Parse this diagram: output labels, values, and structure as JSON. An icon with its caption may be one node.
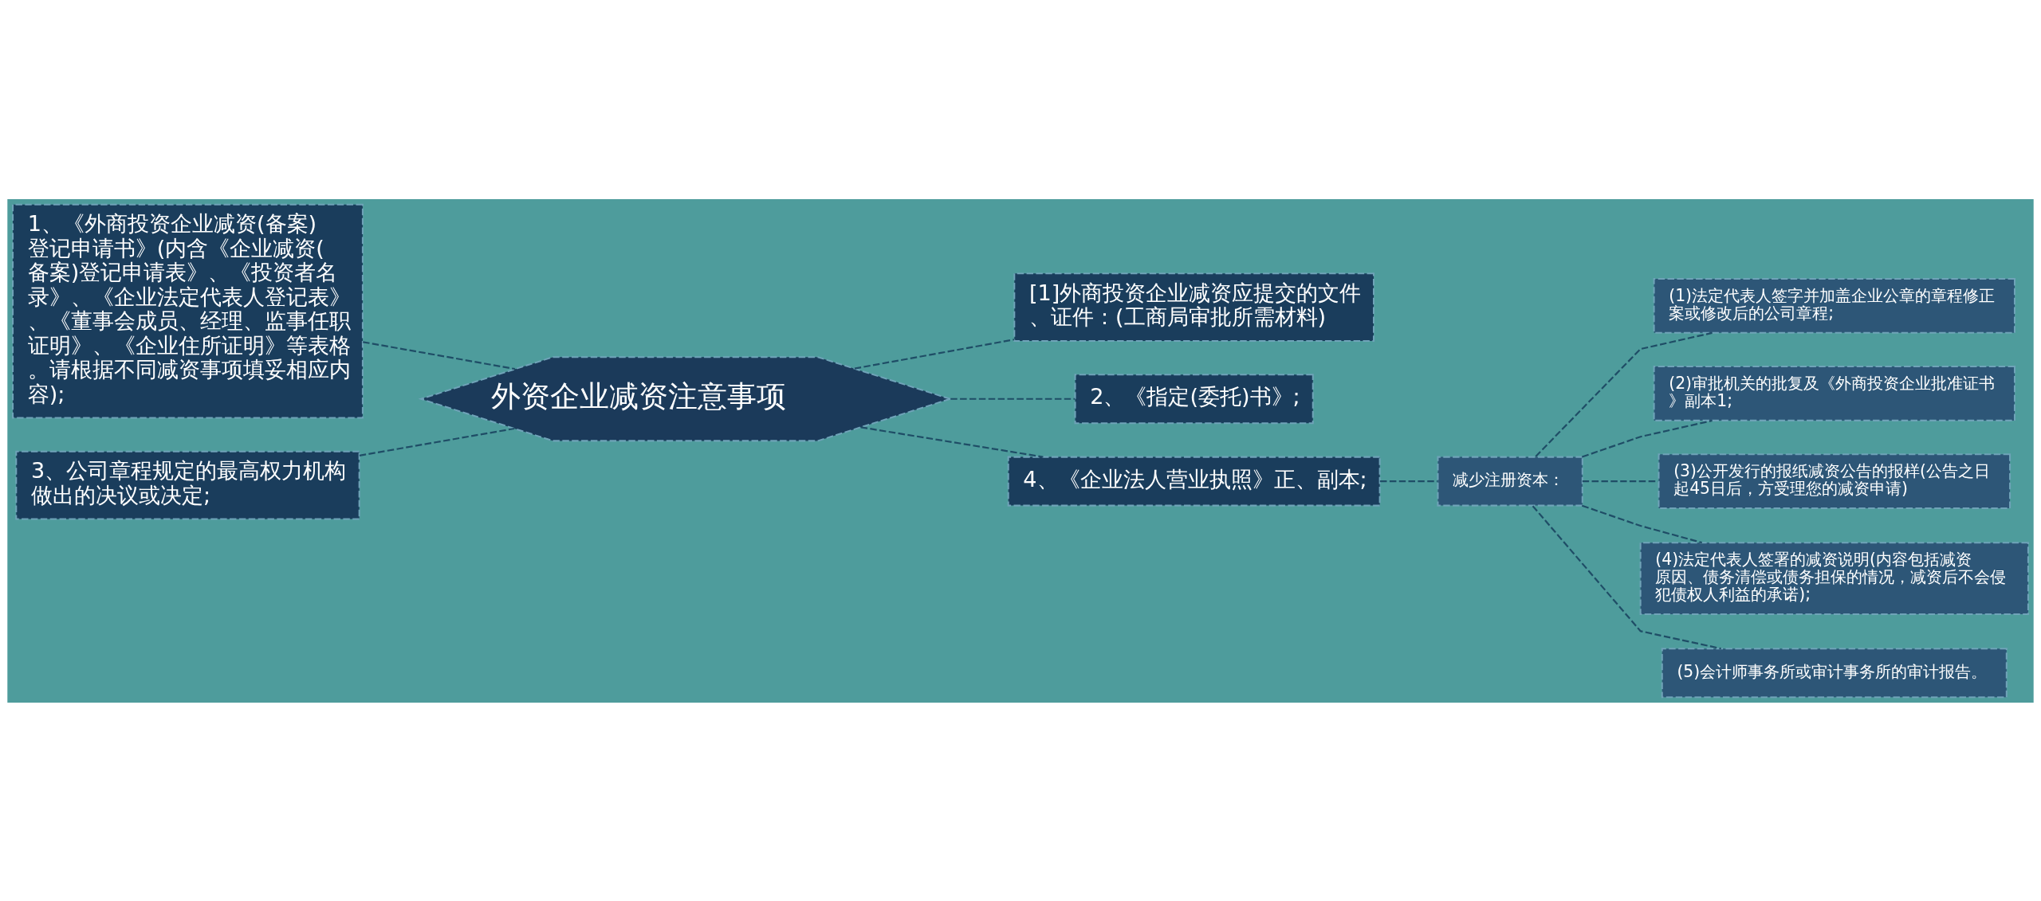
{
  "diagram": {
    "nodes": [
      {
        "text": [
          "外资企业减资注意事项"
        ]
      },
      {
        "text": [
          "1、《外商投资企业减资(备案)登记申请书》(内含《企业减资(备案)登记申请表》、《投资者名录》、《企业法定代表人登记表》、《董事会成员、经理、监事任职证明》、《企业住所证明》等表格。请根据不同减资事项填妥相应内容);"
        ]
      },
      {
        "text": [
          "3、公司章程规定的最高权力机构做出的决议或决定;"
        ]
      },
      {
        "text": [
          "[1]外商投资企业减资应提交的文件、证件：(工商局审批所需材料)"
        ]
      },
      {
        "text": [
          "2、《指定(委托)书》;"
        ]
      },
      {
        "text": [
          "4、《企业法人营业执照》正、副本;"
        ]
      },
      {
        "text": [
          "减少注册资本："
        ]
      },
      {
        "text": [
          "(1)法定代表人签字并加盖企业公章的章程修正案或修改后的公司章程;"
        ]
      },
      {
        "text": [
          "(2)审批机关的批复及《外商投资企业批准证书》副本1;"
        ]
      },
      {
        "text": [
          "(3)公开发行的报纸减资公告的报样(公告之日起45日后，方受理您的减资申请)"
        ]
      },
      {
        "text": [
          "(4)法定代表人签署的减资说明(内容包括减资原因、债务清偿或债务担保的情况，减资后不会侵犯债权人利益的承诺);"
        ]
      },
      {
        "text": [
          "(5)会计师事务所或审计事务所的审计报告。"
        ]
      }
    ],
    "edges": [
      {
        "from": 0,
        "to": 1,
        "arrow": "none"
      },
      {
        "from": 0,
        "to": 2,
        "arrow": "none"
      },
      {
        "from": 0,
        "to": 3,
        "arrow": "none"
      },
      {
        "from": 0,
        "to": 4,
        "arrow": "none"
      },
      {
        "from": 0,
        "to": 5,
        "arrow": "none"
      },
      {
        "from": 5,
        "to": 6,
        "arrow": "none"
      },
      {
        "from": 6,
        "to": 7,
        "arrow": "none"
      },
      {
        "from": 6,
        "to": 8,
        "arrow": "none"
      },
      {
        "from": 6,
        "to": 9,
        "arrow": "none"
      },
      {
        "from": 6,
        "to": 10,
        "arrow": "none"
      },
      {
        "from": 6,
        "to": 11,
        "arrow": "none"
      }
    ]
  }
}
